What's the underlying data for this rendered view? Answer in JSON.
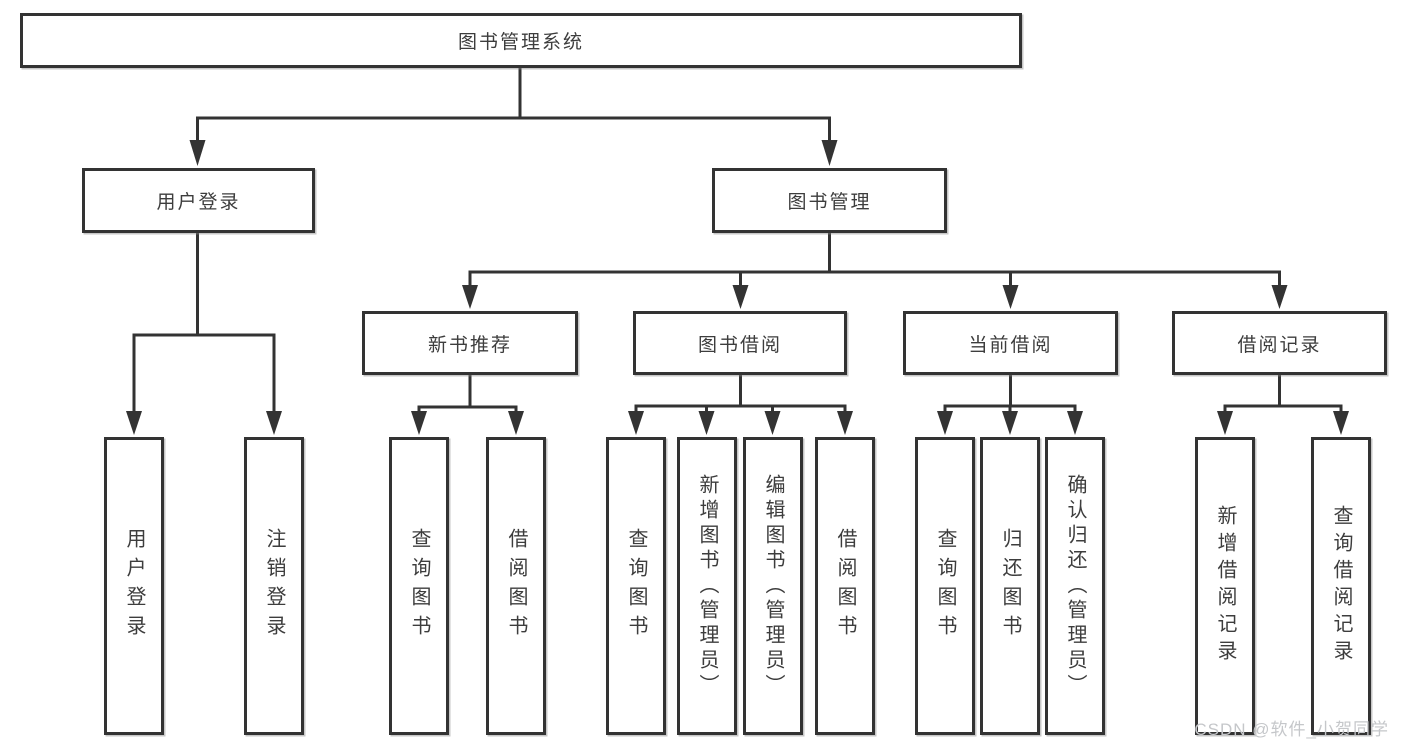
{
  "tree": {
    "root": {
      "label": "图书管理系统"
    },
    "branches": [
      {
        "label": "用户登录",
        "children": [
          {
            "label": "用户登录"
          },
          {
            "label": "注销登录"
          }
        ]
      },
      {
        "label": "图书管理",
        "children": [
          {
            "label": "新书推荐",
            "children": [
              {
                "label": "查询图书"
              },
              {
                "label": "借阅图书"
              }
            ]
          },
          {
            "label": "图书借阅",
            "children": [
              {
                "label": "查询图书"
              },
              {
                "label": "新增图书（管理员）"
              },
              {
                "label": "编辑图书（管理员）"
              },
              {
                "label": "借阅图书"
              }
            ]
          },
          {
            "label": "当前借阅",
            "children": [
              {
                "label": "查询图书"
              },
              {
                "label": "归还图书"
              },
              {
                "label": "确认归还（管理员）"
              }
            ]
          },
          {
            "label": "借阅记录",
            "children": [
              {
                "label": "新增借阅记录"
              },
              {
                "label": "查询借阅记录"
              }
            ]
          }
        ]
      }
    ]
  },
  "watermark": "CSDN @软件_小贺同学",
  "colors": {
    "line": "#333333",
    "text": "#3d3d3d",
    "watermark": "#c5c7ca",
    "background": "#ffffff"
  }
}
